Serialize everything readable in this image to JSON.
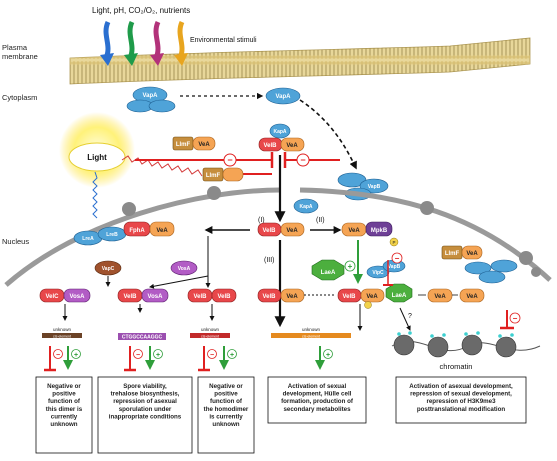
{
  "stimuli": {
    "label": "Light, pH, CO₂/O₂, nutrients",
    "env": "Environmental stimuli"
  },
  "compartments": {
    "membrane": "Plasma",
    "membrane2": "membrane",
    "cytoplasm": "Cytoplasm",
    "nucleus": "Nucleus"
  },
  "light": "Light",
  "roman": {
    "i": "(I)",
    "ii": "(II)",
    "iii": "(III)"
  },
  "proteins": {
    "vapA": "VapA",
    "vapB": "VapB",
    "vapC": "VapC",
    "velB": "VelB",
    "veA": "VeA",
    "kapA": "KapA",
    "llmF": "LlmF",
    "fphA": "FphA",
    "lreA": "LreA",
    "lreB": "LreB",
    "mpkB": "MpkB",
    "velC": "VelC",
    "vosA": "VosA",
    "laeA": "LaeA",
    "vipC": "VipC",
    "vapB2": "VapB",
    "p": "P"
  },
  "promoter": {
    "unknown": "unknown",
    "cis": "cis-element",
    "seq": "CTGGCCAAGGC"
  },
  "chromatin": "chromatin",
  "outcomes": [
    "Negative or positive function of this dimer is currently unknown",
    "Spore viability, trehalose biosynthesis, repression of asexual sporulation under inappropriate conditions",
    "Negative or positive function of the homodimer is currently unknown",
    "Activation of sexual development, Hülle cell formation, production of secondary metabolites",
    "Activation of asexual development, repression of sexual development, repression of H3K9me3 posttranslational modification"
  ],
  "colors": {
    "velvet_red": "#e8474a",
    "veA_orange": "#f5a454",
    "blue_complex": "#4fa3d8",
    "inhibit": "#e02020",
    "activate": "#2f9e3a",
    "membrane": "#c9b16a"
  }
}
